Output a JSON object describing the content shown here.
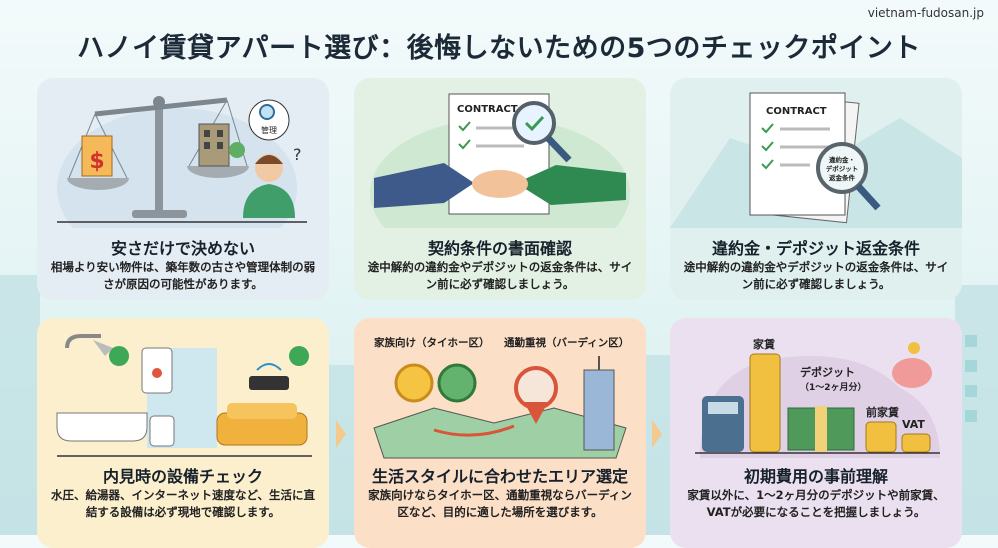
{
  "site": "vietnam-fudosan.jp",
  "title": "ハノイ賃貸アパート選び：後悔しないための5つのチェックポイント",
  "colors": {
    "card1": "#e5edf4",
    "card2": "#e2f1e4",
    "card3": "#dff0ef",
    "card4": "#fbefcd",
    "card5": "#fbdfc6",
    "card6": "#ebe0ef",
    "accent": "#f0a830"
  },
  "cards": [
    {
      "heading": "安さだけで決めない",
      "body": "相場より安い物件は、築年数の古さや管理体制の弱さが原因の可能性があります。",
      "labels": {
        "bubble": "管理"
      },
      "icons": [
        "scale-icon",
        "price-tag-icon",
        "building-icon",
        "thinking-person-icon"
      ]
    },
    {
      "heading": "契約条件の書面確認",
      "body": "途中解約の違約金やデポジットの返金条件は、サイン前に必ず確認しましょう。",
      "labels": {
        "doc": "CONTRACT"
      },
      "icons": [
        "contract-icon",
        "handshake-icon",
        "magnifier-icon"
      ]
    },
    {
      "heading": "違約金・デポジット返金条件",
      "body": "途中解約の違約金やデポジットの返金条件は、サイン前に必ず確認しましょう。",
      "labels": {
        "doc": "CONTRACT",
        "lens": "違約金・デポジット返金条件"
      },
      "icons": [
        "contract-icon",
        "magnifier-icon"
      ]
    },
    {
      "heading": "内見時の設備チェック",
      "body": "水圧、給湯器、インターネット速度など、生活に直結する設備は必ず現地で確認します。",
      "icons": [
        "shower-icon",
        "water-heater-icon",
        "wifi-router-icon",
        "sofa-icon"
      ]
    },
    {
      "heading": "生活スタイルに合わせたエリア選定",
      "body": "家族向けならタイホー区、通勤重視ならバーディン区など、目的に適した場所を選びます。",
      "labels": {
        "family": "家族向け（タイホー区）",
        "commute": "通勤重視（バーディン区）"
      },
      "icons": [
        "map-icon",
        "location-pin-icon"
      ]
    },
    {
      "heading": "初期費用の事前理解",
      "body": "家賃以外に、1〜2ヶ月分のデポジットや前家賃、VATが必要になることを把握しましょう。",
      "labels": {
        "rent": "家賃",
        "deposit": "デポジット",
        "deposit_sub": "（1〜2ヶ月分）",
        "prepaid": "前家賃",
        "vat": "VAT"
      },
      "icons": [
        "calculator-icon",
        "coins-icon",
        "cash-icon",
        "piggy-bank-icon"
      ]
    }
  ]
}
